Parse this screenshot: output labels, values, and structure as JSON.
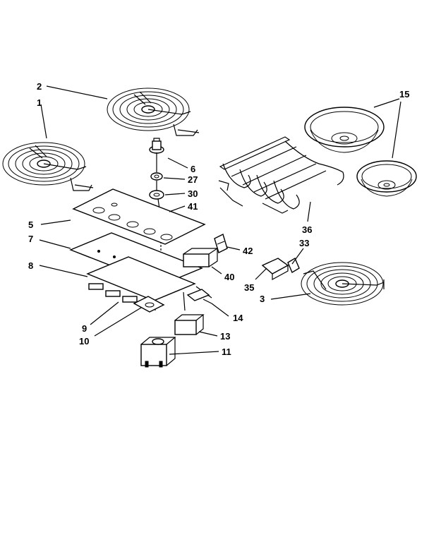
{
  "diagram": {
    "callouts": [
      {
        "id": "1",
        "text": "1"
      },
      {
        "id": "2",
        "text": "2"
      },
      {
        "id": "3",
        "text": "3"
      },
      {
        "id": "5",
        "text": "5"
      },
      {
        "id": "6",
        "text": "6"
      },
      {
        "id": "7",
        "text": "7"
      },
      {
        "id": "8",
        "text": "8"
      },
      {
        "id": "9",
        "text": "9"
      },
      {
        "id": "10",
        "text": "10"
      },
      {
        "id": "11",
        "text": "11"
      },
      {
        "id": "13",
        "text": "13"
      },
      {
        "id": "14",
        "text": "14"
      },
      {
        "id": "15",
        "text": "15"
      },
      {
        "id": "27",
        "text": "27"
      },
      {
        "id": "30",
        "text": "30"
      },
      {
        "id": "33",
        "text": "33"
      },
      {
        "id": "35",
        "text": "35"
      },
      {
        "id": "36",
        "text": "36"
      },
      {
        "id": "40",
        "text": "40"
      },
      {
        "id": "41",
        "text": "41"
      },
      {
        "id": "42",
        "text": "42"
      }
    ]
  }
}
